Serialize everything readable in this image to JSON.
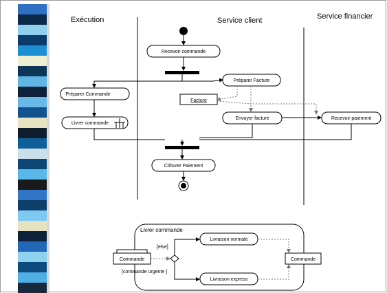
{
  "swimlanes": {
    "execution": "Exécution",
    "service_client": "Service client",
    "service_financier": "Service financier"
  },
  "activities": {
    "recevoir_commande": "Recevoir commande",
    "preparer_facture": "Préparer Facture",
    "preparer_commande": "Préparer Commande",
    "livrer_commande": "Livrer commande",
    "envoyer_facture": "Envoyer facture",
    "recevoir_paiement": "Recevoir paiement",
    "cloturer_paiement": "Clôturer Paiement"
  },
  "objects": {
    "facture": "Facture"
  },
  "subactivity": {
    "title": "Livrer commande",
    "object_in": "Commande",
    "object_out": "Commande",
    "livraison_normale": "Livraison normale",
    "livraison_express": "Livraison express",
    "guard_else": "[else]",
    "guard_urgente": "[commande urgente ]"
  },
  "colors": {
    "stripes": [
      "#2f6fc4",
      "#0a2a4a",
      "#8fd0ef",
      "#0b3a6c",
      "#1b8fd4",
      "#f0eed0",
      "#0c3556",
      "#5fb5e6",
      "#0d2238",
      "#68b9e8",
      "#12538f",
      "#e7e3c2",
      "#0f1e2e",
      "#0f5f9a",
      "#c9dfea",
      "#0b4676",
      "#59b8e9",
      "#1a1a1a",
      "#2f76c9",
      "#0d3f6b",
      "#7ec8f2",
      "#e6e2c0",
      "#0b223a",
      "#2169b8",
      "#8fd2ef",
      "#0d4a7d",
      "#4fb0e6",
      "#162a3e"
    ]
  }
}
